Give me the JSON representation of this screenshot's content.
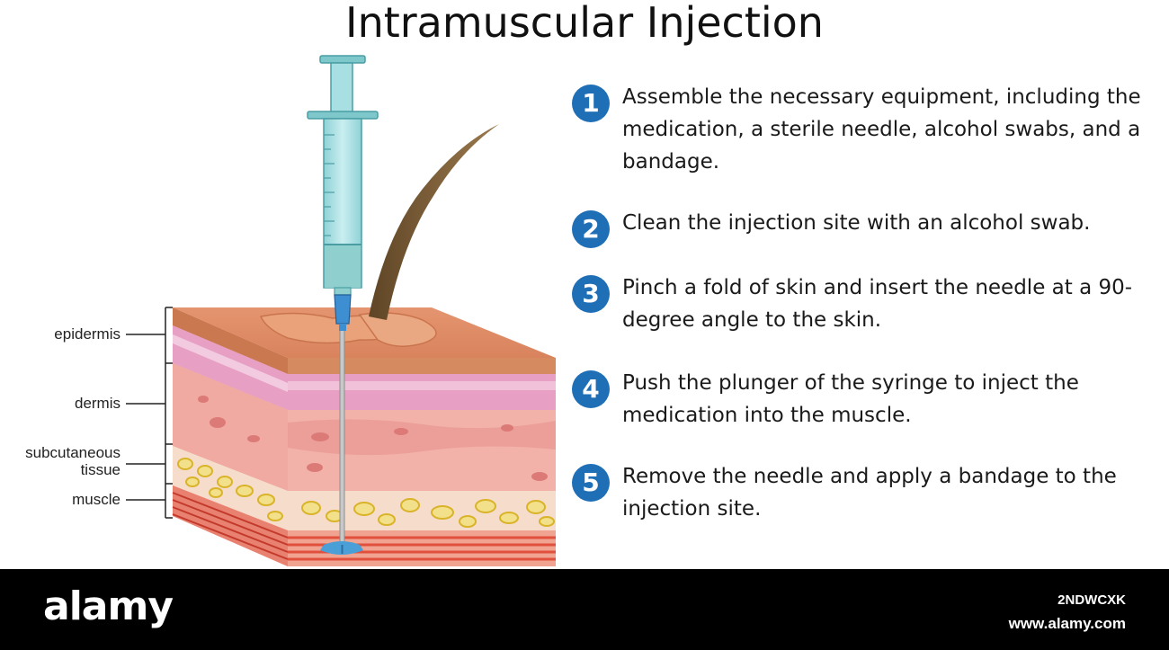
{
  "title": "Intramuscular Injection",
  "layers": [
    {
      "key": "epidermis",
      "label": "epidermis"
    },
    {
      "key": "dermis",
      "label": "dermis"
    },
    {
      "key": "subcutaneous",
      "label": "subcutaneous tissue"
    },
    {
      "key": "muscle",
      "label": "muscle"
    }
  ],
  "steps": [
    {
      "number": "1",
      "text": "Assemble the necessary equipment, including the medication, a sterile needle, alcohol swabs, and a bandage."
    },
    {
      "number": "2",
      "text": "Clean the injection site with an alcohol swab."
    },
    {
      "number": "3",
      "text": "Pinch a fold of skin and insert the needle at a 90-degree angle to the skin."
    },
    {
      "number": "4",
      "text": "Push the plunger of the syringe to inject the medication into the muscle."
    },
    {
      "number": "5",
      "text": "Remove the needle and apply a bandage to the injection site."
    }
  ],
  "footer": {
    "logo": "alamy",
    "image_id": "2NDWCXK",
    "url": "www.alamy.com"
  },
  "colors": {
    "step_badge": "#1f6fb7",
    "epidermis": "#e9a27a",
    "dermis": "#f1b5b0",
    "fat": "#f3e08a",
    "muscle": "#e0503d",
    "syringe": "#9fdce0",
    "hair": "#7a5a35"
  }
}
